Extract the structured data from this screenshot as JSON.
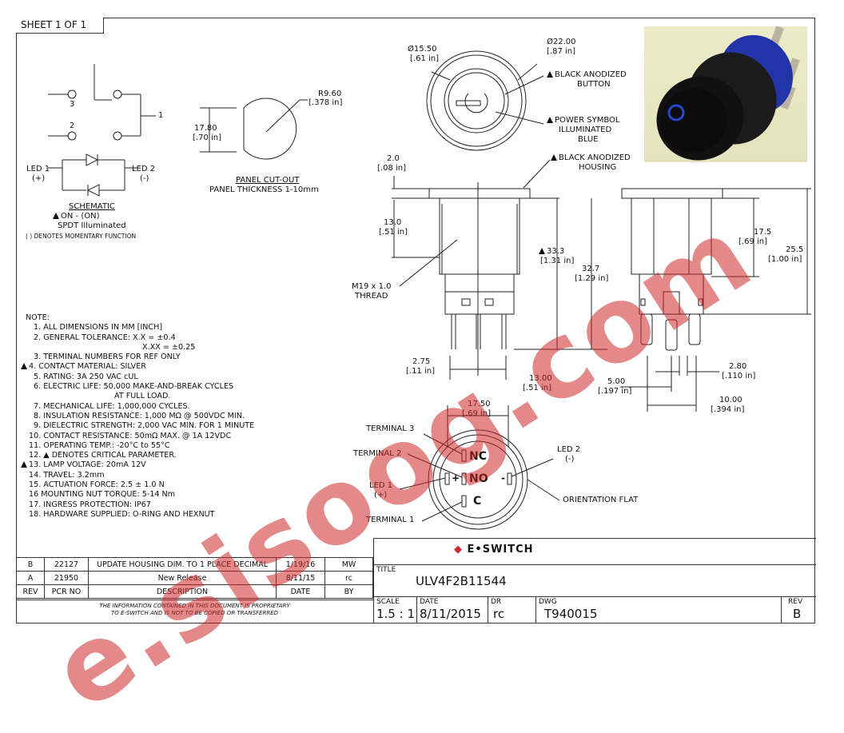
{
  "sheet": "SHEET 1 OF 1",
  "schematic": {
    "terminal_3": "3",
    "terminal_2": "2",
    "terminal_1": "1",
    "led1": "LED 1",
    "led1_sign": "(+)",
    "led2": "LED 2",
    "led2_sign": "(-)",
    "title": "SCHEMATIC",
    "mode": "ON - (ON)",
    "type": "SPDT Illuminated",
    "note": "( ) DENOTES MOMENTARY FUNCTION"
  },
  "cutout": {
    "radius": "R9.60",
    "radius_in": "[.378 in]",
    "height": "17.80",
    "height_in": "[.70 in]",
    "title": "PANEL CUT-OUT",
    "thickness": "PANEL THICKNESS 1-10mm"
  },
  "front_view": {
    "d1": "Ø15.50",
    "d1_in": "[.61 in]",
    "d2": "Ø22.00",
    "d2_in": "[.87 in]",
    "callout1": [
      "BLACK ANODIZED",
      "BUTTON"
    ],
    "callout2": [
      "POWER SYMBOL",
      "ILLUMINATED",
      "BLUE"
    ],
    "callout3": [
      "BLACK ANODIZED",
      "HOUSING"
    ]
  },
  "side_view": {
    "d_2_0": "2.0",
    "d_2_0_in": "[.08 in]",
    "d_13_0": "13.0",
    "d_13_0_in": "[.51 in]",
    "thread": [
      "M19 x 1.0",
      "THREAD"
    ],
    "d_33_3": "33.3",
    "d_33_3_in": "[1.31 in]",
    "d_32_7": "32.7",
    "d_32_7_in": "[1.29 in]",
    "d_2_75": "2.75",
    "d_2_75_in": "[.11 in]",
    "d_13_00": "13.00",
    "d_13_00_in": "[.51 in]",
    "d_17_5": "17.5",
    "d_17_5_in": "[.69 in]",
    "d_25_5": "25.5",
    "d_25_5_in": "[1.00 in]",
    "d_2_80": "2.80",
    "d_2_80_in": "[.110 in]",
    "d_5_00": "5.00",
    "d_5_00_in": "[.197 in]",
    "d_10_00": "10.00",
    "d_10_00_in": "[.394 in]"
  },
  "bottom_view": {
    "width": "17.50",
    "width_in": "[.69 in]",
    "terminal3": "TERMINAL 3",
    "terminal2": "TERMINAL 2",
    "terminal1": "TERMINAL 1",
    "led1": "LED 1",
    "led1_sign": "(+)",
    "led2": "LED 2",
    "led2_sign": "(-)",
    "flat": "ORIENTATION FLAT",
    "nc": "NC",
    "no": "NO",
    "c": "C",
    "plus": "+",
    "minus": "-"
  },
  "notes": [
    "NOTE:",
    "1. ALL DIMENSIONS IN MM [INCH]",
    "2. GENERAL TOLERANCE: X.X = ±0.4",
    "X.XX = ±0.25",
    "3. TERMINAL NUMBERS FOR REF ONLY",
    "4. CONTACT MATERIAL: SILVER",
    "5. RATING: 3A 250 VAC cUL",
    "6. ELECTRIC LIFE: 50,000 MAKE-AND-BREAK CYCLES",
    "AT FULL LOAD.",
    "7. MECHANICAL LIFE: 1,000,000 CYCLES.",
    "8. INSULATION RESISTANCE: 1,000 MΩ @ 500VDC MIN.",
    "9. DIELECTRIC STRENGTH: 2,000 VAC MIN. FOR 1 MINUTE",
    "10. CONTACT RESISTANCE: 50mΩ MAX. @ 1A 12VDC",
    "11. OPERATING TEMP.: -20°C to 55°C",
    "12. ▲ DENOTES CRITICAL PARAMETER.",
    "13. LAMP VOLTAGE: 20mA 12V",
    "14. TRAVEL: 3.2mm",
    "15. ACTUATION FORCE: 2.5 ± 1.0 N",
    "16 MOUNTING NUT TORQUE: 5-14 Nm",
    "17. INGRESS PROTECTION: IP67",
    "18. HARDWARE SUPPLIED: O-RING AND HEXNUT"
  ],
  "revisions": {
    "rows": [
      [
        "B",
        "22127",
        "UPDATE HOUSING DIM. TO 1 PLACE DECIMAL",
        "1/19/16",
        "MW"
      ],
      [
        "A",
        "21950",
        "New Release",
        "8/11/15",
        "rc"
      ]
    ],
    "header": [
      "REV",
      "PCR NO",
      "DESCRIPTION",
      "DATE",
      "BY"
    ],
    "proprietary": [
      "THE INFORMATION CONTAINED IN THIS DOCUMENT IS PROPRIETARY",
      "TO E-SWITCH AND IS NOT TO BE COPIED OR TRANSFERRED"
    ]
  },
  "title_block": {
    "company": "E•SWITCH",
    "title_label": "TITLE",
    "title": "ULV4F2B11544",
    "scale_label": "SCALE",
    "scale": "1.5 : 1",
    "date_label": "DATE",
    "date": "8/11/2015",
    "dr_label": "DR",
    "dr": "rc",
    "dwg_label": "DWG",
    "dwg": "T940015",
    "rev_label": "REV",
    "rev": "B"
  },
  "watermark": "e.sisoog.com",
  "colors": {
    "line": "#222222",
    "accent": "#d8242b",
    "button_blue": "#1c3fb0"
  }
}
